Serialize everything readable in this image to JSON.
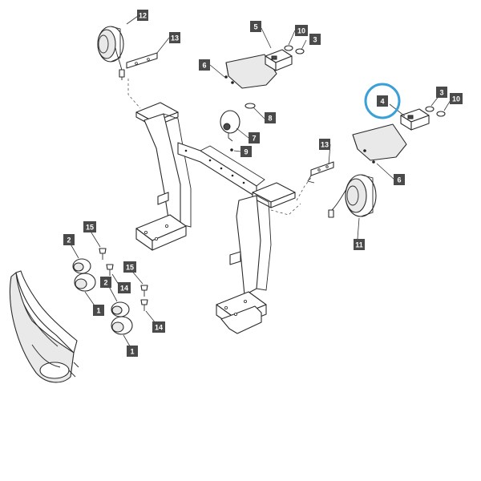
{
  "colors": {
    "callout_box": "#4a4a4a",
    "callout_text": "#ffffff",
    "highlight_ring": "#3aa0d8",
    "line": "#2a2a2a"
  },
  "callouts": {
    "c12": "12",
    "c13_top": "13",
    "c5": "5",
    "c10_top": "10",
    "c3_top": "3",
    "c6_top": "6",
    "c8": "8",
    "c7": "7",
    "c9": "9",
    "c4": "4",
    "c3_right": "3",
    "c10_right": "10",
    "c13_mid": "13",
    "c6_right": "6",
    "c11": "11",
    "c15_a": "15",
    "c2_a": "2",
    "c14_a": "14",
    "c1_a": "1",
    "c15_b": "15",
    "c2_b": "2",
    "c14_b": "14",
    "c1_b": "1"
  },
  "highlight": {
    "target": "4"
  }
}
